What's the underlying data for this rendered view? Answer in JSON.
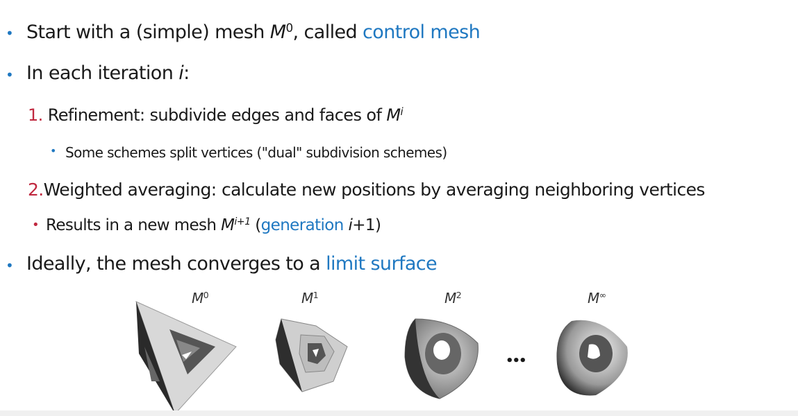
{
  "bullets": {
    "b1": {
      "pre": "Start with a (simple) mesh ",
      "m": "M",
      "sup": "0",
      "mid": ", called ",
      "link": "control mesh"
    },
    "b2": {
      "pre": "In each iteration ",
      "i": "i",
      "post": ":"
    },
    "step1": {
      "num": "1.",
      "text": "Refinement: subdivide edges and faces of ",
      "m": "M",
      "sup": "i"
    },
    "step1_sub": {
      "text": "Some schemes split vertices (\"dual\" subdivision schemes)"
    },
    "step2": {
      "num": "2.",
      "text": "Weighted averaging: calculate new positions by averaging neighboring vertices"
    },
    "step2_sub": {
      "pre": "Results in a new mesh ",
      "m": "M",
      "sup": "i+1",
      "open": " (",
      "link": "generation",
      "i": " i",
      "post": "+1)"
    },
    "b3": {
      "pre": "Ideally, the mesh converges to a ",
      "link": "limit surface"
    }
  },
  "figure": {
    "labels": [
      {
        "m": "M",
        "sup": "0"
      },
      {
        "m": "M",
        "sup": "1"
      },
      {
        "m": "M",
        "sup": "2"
      },
      {
        "m": "M",
        "sup": "∞"
      }
    ],
    "ellipsis": "•••"
  },
  "colors": {
    "accent": "#1f78c1",
    "number": "#c0283f",
    "text": "#1a1a1a"
  }
}
